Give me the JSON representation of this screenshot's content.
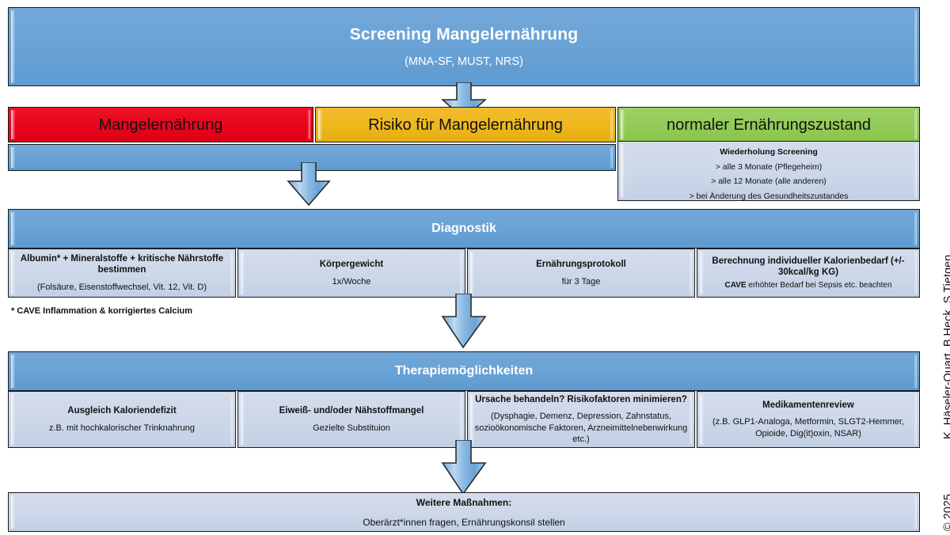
{
  "document": {
    "kind": "clinical-flowchart",
    "language": "de",
    "credit_year": "© 2025",
    "credit_authors": "K. Häseler-Ouart, B.Heck, S.Tietgen"
  },
  "colors": {
    "blue": "#6ba3d6",
    "light_blue": "#ccd7e9",
    "red": "#e8061c",
    "yellow": "#eeb81f",
    "green": "#94cc58",
    "outline": "#1a1a1a",
    "arrow_fill": "#7cb0dd"
  },
  "screening": {
    "title": "Screening Mangelernährung",
    "subtitle": "(MNA-SF, MUST, NRS)"
  },
  "status_row": {
    "items": [
      {
        "label": "Mangelernährung",
        "color_key": "red"
      },
      {
        "label": "Risiko für Mangelernährung",
        "color_key": "yellow"
      },
      {
        "label": "normaler Ernährungszustand",
        "color_key": "green"
      }
    ]
  },
  "repeat_screening": {
    "title": "Wiederholung Screening",
    "lines": [
      "> alle 3 Monate (Pflegeheim)",
      "> alle 12 Monate (alle anderen)",
      "> bei Änderung des Gesundheitszustandes"
    ]
  },
  "diagnostics": {
    "band_title": "Diagnostik",
    "cells": [
      {
        "heading": "Albumin* + Mineralstoffe + kritische Nährstoffe bestimmen",
        "sub": "(Folsäure, Eisenstoffwechsel, Vit. 12, Vit. D)",
        "sub2": ""
      },
      {
        "heading": "Körpergewicht",
        "sub": "1x/Woche",
        "sub2": ""
      },
      {
        "heading": "Ernährungsprotokoll",
        "sub": "für 3 Tage",
        "sub2": ""
      },
      {
        "heading": "Berechnung individueller Kalorienbedarf (+/- 30kcal/kg KG)",
        "sub": "",
        "sub2": "CAVE erhöhter Bedarf bei Sepsis etc. beachten",
        "sub2_bold_prefix": "CAVE"
      }
    ],
    "footnote": "* CAVE Inflammation & korrigiertes Calcium"
  },
  "therapy": {
    "band_title": "Therapiemöglichkeiten",
    "cells": [
      {
        "heading": "Ausgleich Kaloriendefizit",
        "sub": "z.B. mit hochkalorischer Trinknahrung"
      },
      {
        "heading": "Eiweiß- und/oder Nähstoffmangel",
        "sub": "Gezielte Substituion"
      },
      {
        "heading": "Ursache behandeln? Risikofaktoren minimieren?",
        "sub": "(Dysphagie, Demenz, Depression, Zahnstatus, sozioökonomische Faktoren, Arzneimittelnebenwirkung etc.)"
      },
      {
        "heading": "Medikamentenreview",
        "sub": "(z.B. GLP1-Analoga, Metformin, SLGT2-Hemmer, Opioide, Dig(it)oxin, NSAR)"
      }
    ]
  },
  "further_measures": {
    "heading": "Weitere Maßnahmen:",
    "sub": "Oberärzt*innen fragen, Ernährungskonsil stellen"
  },
  "arrows": [
    {
      "name": "arrow-screening-to-status"
    },
    {
      "name": "arrow-status-to-diagnostics"
    },
    {
      "name": "arrow-diagnostics-to-therapy"
    },
    {
      "name": "arrow-therapy-to-measures"
    }
  ]
}
